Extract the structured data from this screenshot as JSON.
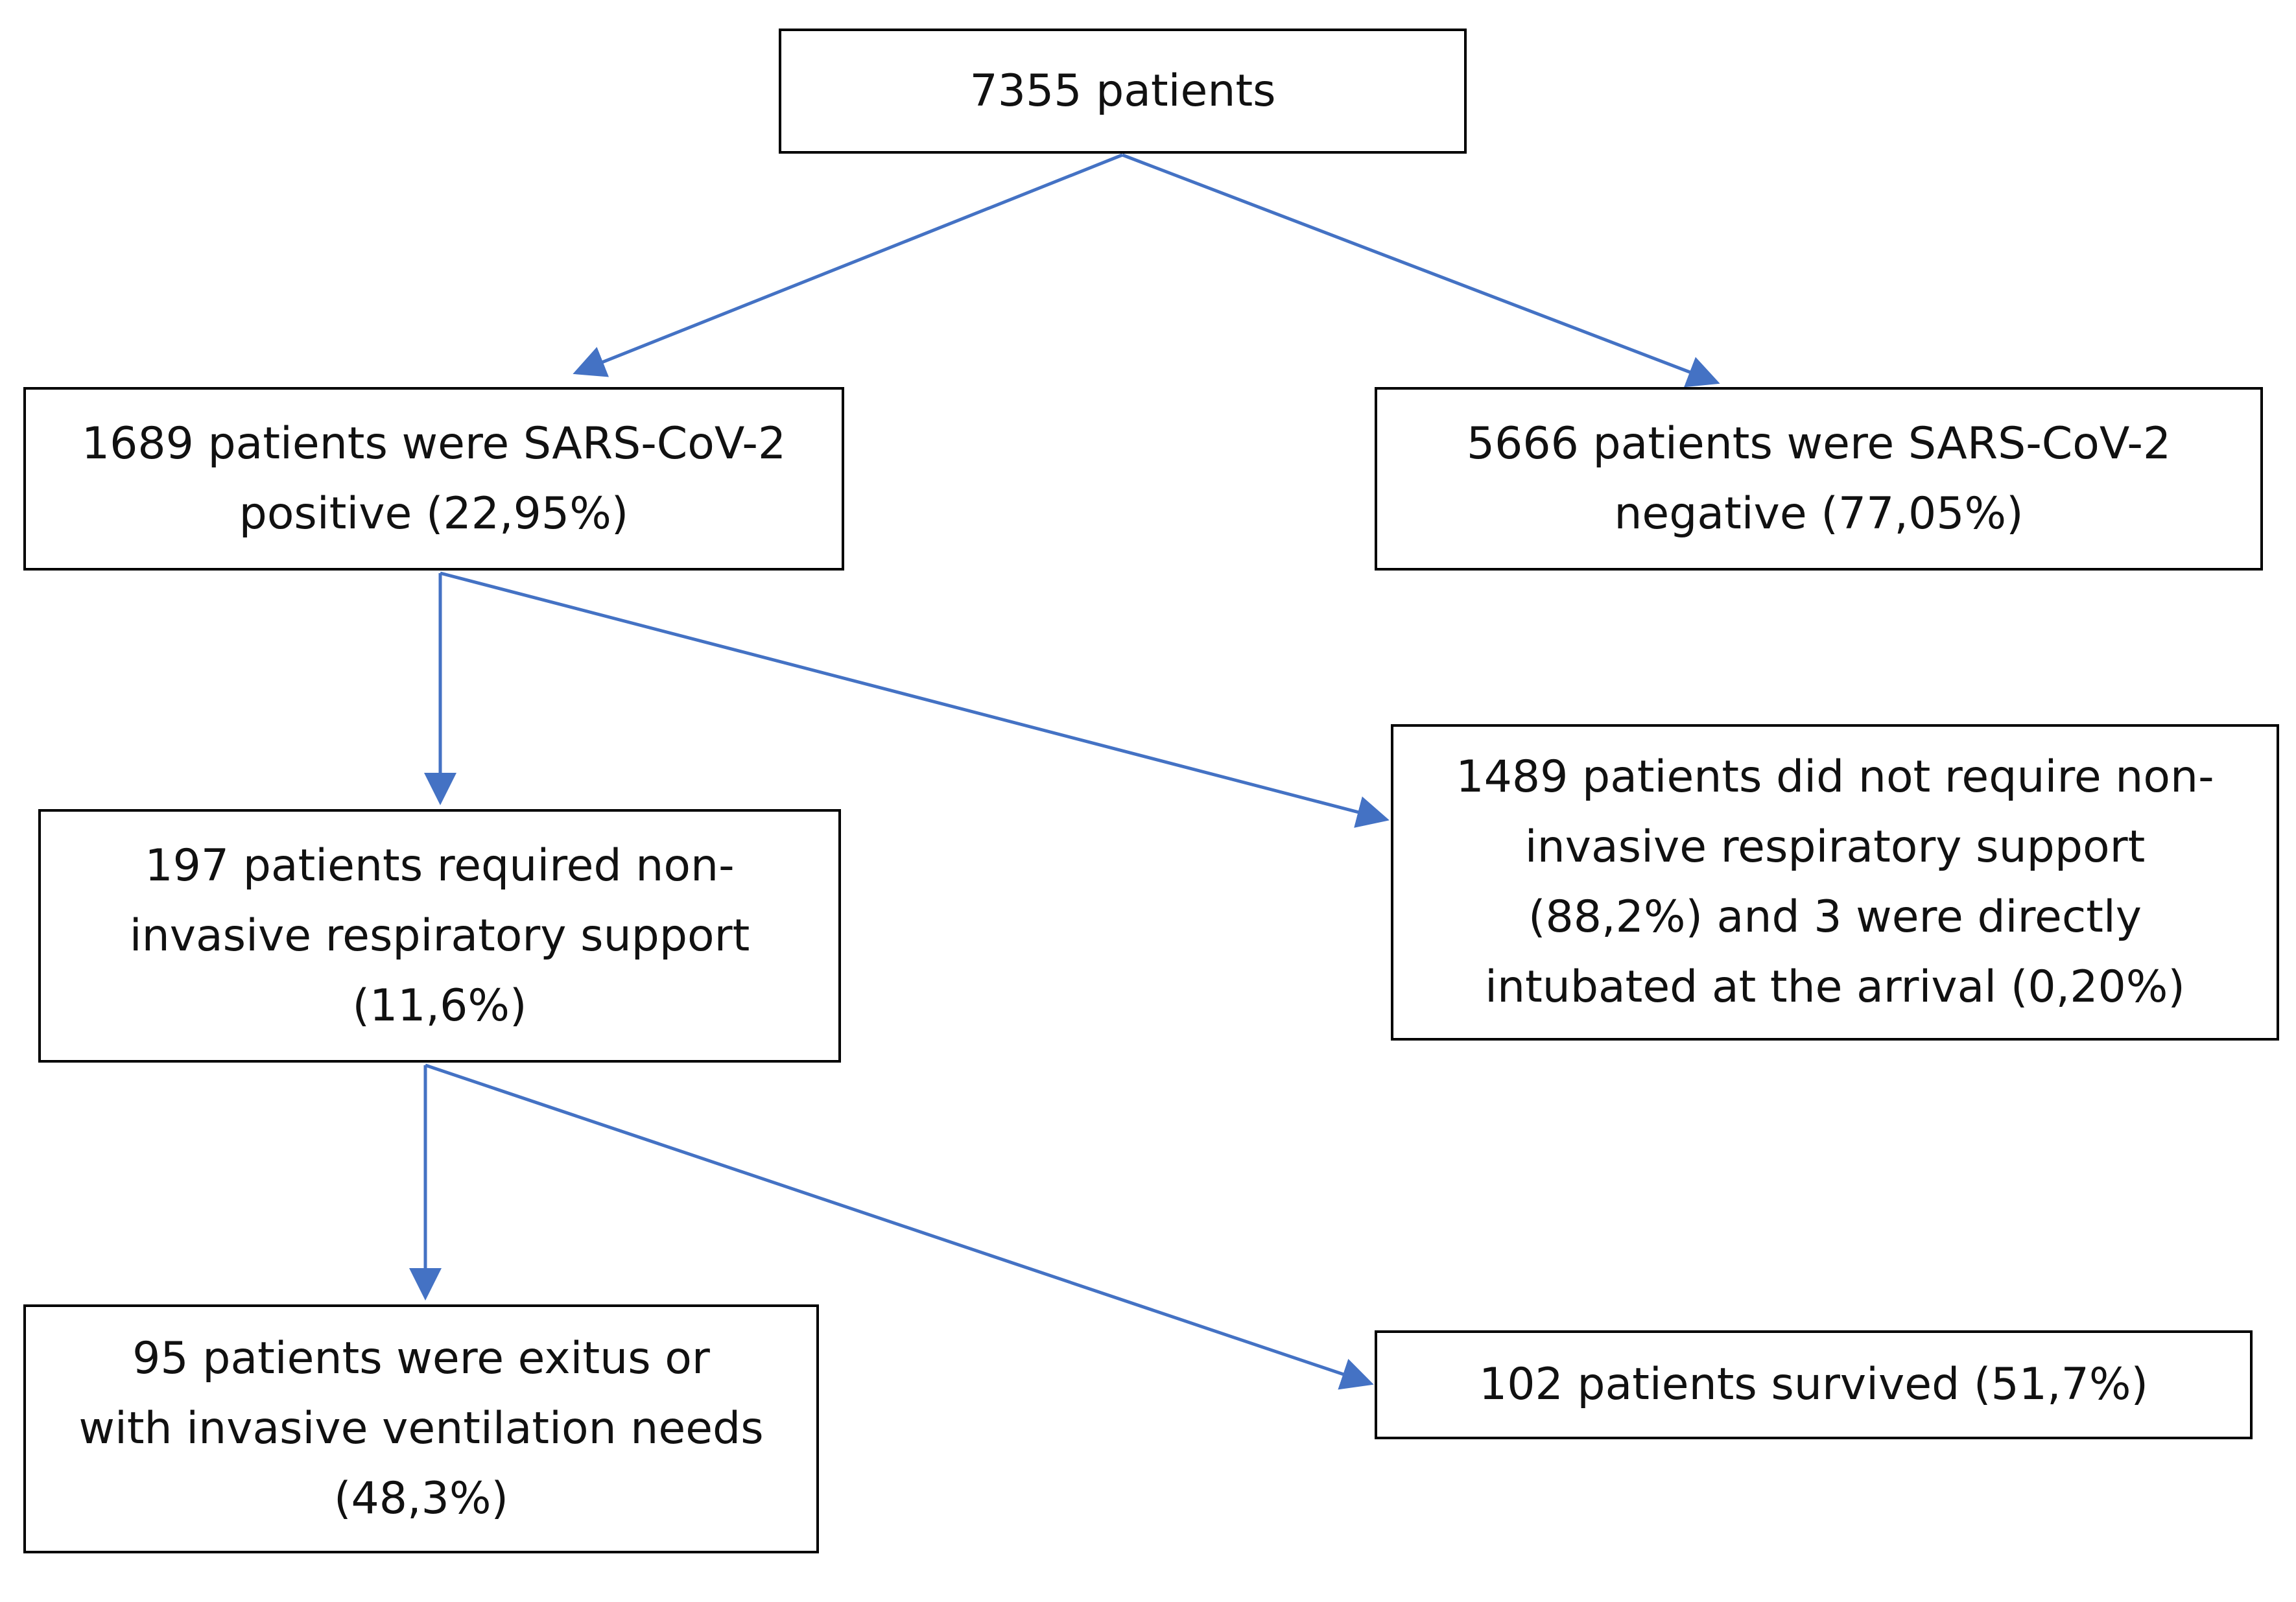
{
  "colors": {
    "arrow": "#4472C4",
    "box_border": "#000000",
    "text": "#111111",
    "background": "#ffffff"
  },
  "nodes": {
    "total": {
      "lines": [
        "7355 patients"
      ]
    },
    "positive": {
      "lines": [
        "1689 patients were SARS-CoV-2",
        "positive (22,95%)"
      ]
    },
    "negative": {
      "lines": [
        "5666 patients were SARS-CoV-2",
        "negative (77,05%)"
      ]
    },
    "niv": {
      "lines": [
        "197 patients required non-",
        "invasive respiratory support",
        "(11,6%)"
      ]
    },
    "no_niv": {
      "lines": [
        "1489 patients did not require non-",
        "invasive respiratory support",
        "(88,2%) and 3 were directly",
        "intubated at the arrival (0,20%)"
      ]
    },
    "exitus": {
      "lines": [
        "95 patients were exitus or",
        "with invasive ventilation needs",
        "(48,3%)"
      ]
    },
    "survived": {
      "lines": [
        "102 patients survived (51,7%)"
      ]
    }
  },
  "edges": [
    {
      "from": "total",
      "to": "positive"
    },
    {
      "from": "total",
      "to": "negative"
    },
    {
      "from": "positive",
      "to": "niv"
    },
    {
      "from": "positive",
      "to": "no_niv"
    },
    {
      "from": "niv",
      "to": "exitus"
    },
    {
      "from": "niv",
      "to": "survived"
    }
  ]
}
